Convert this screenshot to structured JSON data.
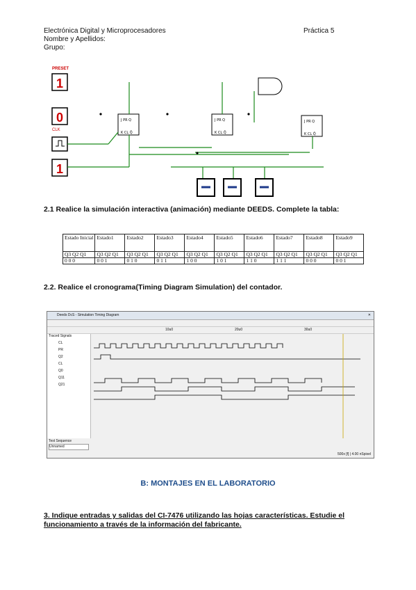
{
  "header": {
    "course": "Electrónica Digital y Microprocesadores",
    "practice": "Práctica 5",
    "name_line": "Nombre y Apellidos:",
    "group_line": "Grupo:"
  },
  "circuit": {
    "preset_label": "PRESET",
    "clk_label": "CLK",
    "digit_one": "1",
    "digit_zero": "0"
  },
  "section_2_1": "2.1 Realice la simulación interactiva (animación) mediante DEEDS. Complete la tabla:",
  "state_table": {
    "headers": [
      "Estado Inicial",
      "Estado1",
      "Estado2",
      "Estado3",
      "Estado4",
      "Estado5",
      "Estado6",
      "Estado7",
      "Estado8",
      "Estado9"
    ],
    "subheaders": [
      "Q3 Q2 Q1",
      "Q3 Q2 Q1",
      "Q3 Q2 Q1",
      "Q3 Q2 Q1",
      "Q3 Q2 Q1",
      "Q3 Q2 Q1",
      "Q3 Q2 Q1",
      "Q3 Q2 Q1",
      "Q3 Q2 Q1",
      "Q3 Q2 Q1"
    ],
    "values": [
      "0  0  0",
      "0  0  1",
      "0  1  0",
      "0  1  1",
      "1  0  0",
      "1  0  1",
      "1  1  0",
      "1  1  1",
      "0  0  0",
      "0  0  1"
    ]
  },
  "section_2_2": "2.2.   Realice el cronograma(Timing Diagram Simulation) del contador.",
  "timing_window": {
    "title": "Deeds DcS - Simulation Timing Diagram",
    "panel_label": "Traced Signals",
    "signals": [
      "CL",
      "PR",
      "Q2",
      "CL",
      "Q0",
      "Q11",
      "Q21"
    ],
    "time_marks": [
      "10u0",
      "20u0",
      "30u0"
    ],
    "test_sequence": "Test Sequence",
    "test_value": "Unnamed",
    "status": "500x  [f]  |  4.00 nSpixel"
  },
  "section_b": "B: MONTAJES EN EL LABORATORIO",
  "section_3": "3. Indique  entradas y salidas del CI-7476 utilizando las hojas características. Estudie el funcionamiento a través de la información del fabricante."
}
